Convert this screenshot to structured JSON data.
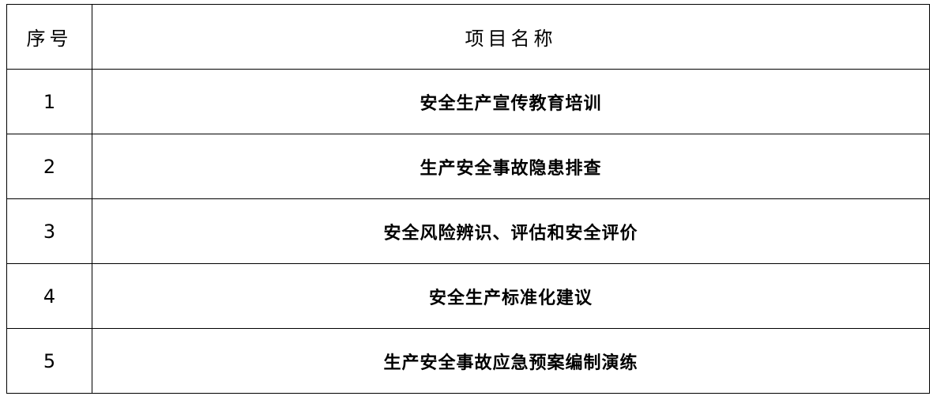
{
  "table": {
    "headers": {
      "number": "序号",
      "name": "项目名称"
    },
    "rows": [
      {
        "number": "1",
        "name": "安全生产宣传教育培训"
      },
      {
        "number": "2",
        "name": "生产安全事故隐患排查"
      },
      {
        "number": "3",
        "name": "安全风险辨识、评估和安全评价"
      },
      {
        "number": "4",
        "name": "安全生产标准化建议"
      },
      {
        "number": "5",
        "name": "生产安全事故应急预案编制演练"
      }
    ]
  }
}
